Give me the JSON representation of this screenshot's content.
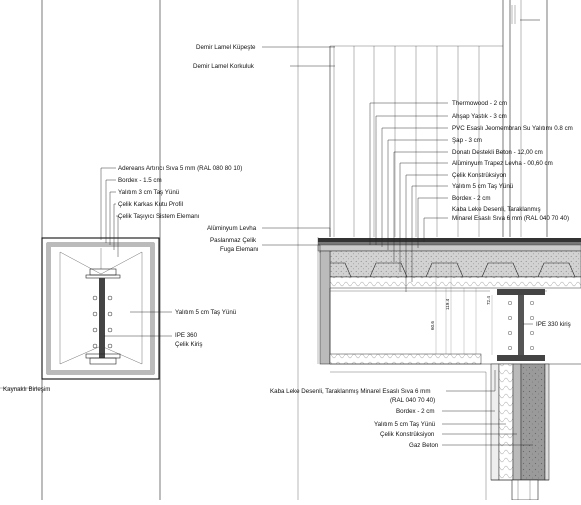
{
  "drawing": {
    "upper_labels": [
      {
        "id": "l1",
        "text": "Demir Lamel Küpeşte"
      },
      {
        "id": "l2",
        "text": "Demir Lamel Korkuluk"
      }
    ],
    "layer_labels": [
      {
        "id": "r1",
        "text": "Thermowood - 2 cm"
      },
      {
        "id": "r2",
        "text": "Ahşap Yastık - 3 cm"
      },
      {
        "id": "r3",
        "text": "PVC Esaslı Jeomembran Su Yalıtımı 0.8 cm"
      },
      {
        "id": "r4",
        "text": "Şap - 3 cm"
      },
      {
        "id": "r5",
        "text": "Donatı Destekli Beton - 12,00 cm"
      },
      {
        "id": "r6",
        "text": "Alüminyum Trapez Levha - 00,60 cm"
      },
      {
        "id": "r7",
        "text": "Çelik Konstrüksiyon"
      },
      {
        "id": "r8",
        "text": "Yalıtım 5 cm Taş Yünü"
      },
      {
        "id": "r9",
        "text": "Bordex - 2 cm"
      },
      {
        "id": "r10a",
        "text": "Kaba Leke Desenli, Taraklanmış"
      },
      {
        "id": "r10b",
        "text": "Minarel Esaslı Sıva  6 mm (RAL 040 70 40)"
      }
    ],
    "beam_labels": [
      {
        "id": "b1",
        "text": "Adereans Artırıcı Sıva  5 mm (RAL 080 80 10)"
      },
      {
        "id": "b2",
        "text": "Bordex - 1.5 cm"
      },
      {
        "id": "b3",
        "text": "Yalıtım 3 cm Taş Yünü"
      },
      {
        "id": "b4",
        "text": "Çelik Karkas Kutu Profil"
      },
      {
        "id": "b5",
        "text": "Çelik Taşıyıcı Sistem Elemanı"
      }
    ],
    "mid_labels": [
      {
        "id": "m1",
        "text": "Alüminyum Levha"
      },
      {
        "id": "m2a",
        "text": "Paslanmaz Çelik"
      },
      {
        "id": "m2b",
        "text": "Fuga Elemanı"
      }
    ],
    "section_labels": {
      "insulation": "Yalıtım 5 cm Taş Yünü",
      "ipe360_a": "IPE 360",
      "ipe360_b": "Çelik Kiriş",
      "weld": "Kaynaklı Birleşim",
      "ipe330": "IPE 330 kiriş"
    },
    "lower_labels": [
      {
        "id": "w1a",
        "text": "Kaba Leke Desenli, Taraklanmış Minarel Esaslı Sıva  6 mm"
      },
      {
        "id": "w1b",
        "text": "(RAL 040 70 40)"
      },
      {
        "id": "w2",
        "text": "Bordex - 2 cm"
      },
      {
        "id": "w3",
        "text": "Yalıtım 5 cm Taş Yünü"
      },
      {
        "id": "w4",
        "text": "Çelik Konstrüksiyon"
      },
      {
        "id": "w5",
        "text": "Gaz Beton"
      }
    ],
    "dimensions": {
      "d1": "60.6",
      "d2": "119.4",
      "d3": "72.4"
    }
  }
}
